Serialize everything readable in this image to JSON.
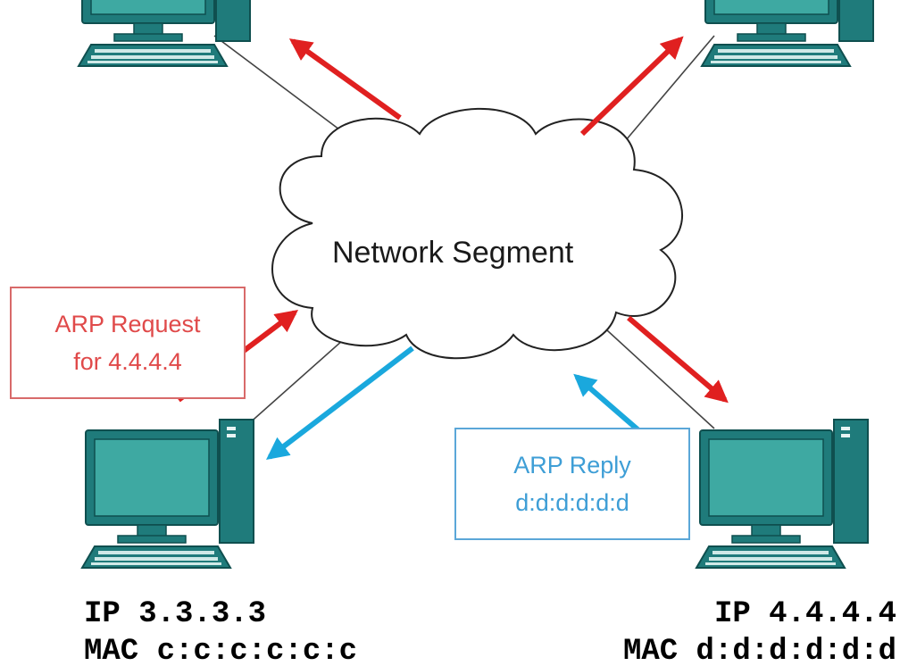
{
  "diagram": {
    "cloud_label": "Network Segment",
    "request_callout": {
      "line1": "ARP Request",
      "line2": "for 4.4.4.4"
    },
    "reply_callout": {
      "line1": "ARP Reply",
      "line2": "d:d:d:d:d:d"
    },
    "host_left": {
      "ip": "IP 3.3.3.3",
      "mac": "MAC c:c:c:c:c:c"
    },
    "host_right": {
      "ip": "IP 4.4.4.4",
      "mac": "MAC d:d:d:d:d:d"
    }
  },
  "colors": {
    "computer": "#1f7b7b",
    "computer_dark": "#0f4f4f",
    "screen": "#3ea9a2",
    "request_arrow": "#e02020",
    "reply_arrow": "#1aa8dd",
    "request_border": "#d86a6a",
    "reply_border": "#5ba7d8"
  }
}
